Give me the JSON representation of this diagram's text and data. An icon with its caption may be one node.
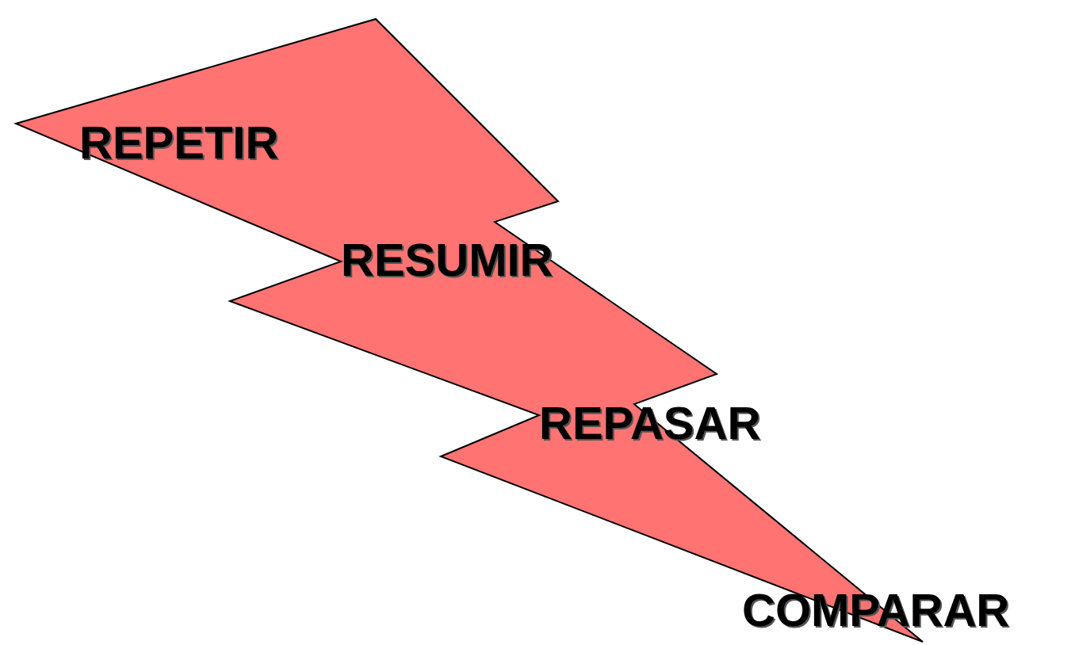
{
  "diagram": {
    "nodes": [
      {
        "text": [
          "REPETIR",
          "RESUMIR",
          "REPASAR",
          "COMPARAR"
        ]
      }
    ]
  }
}
